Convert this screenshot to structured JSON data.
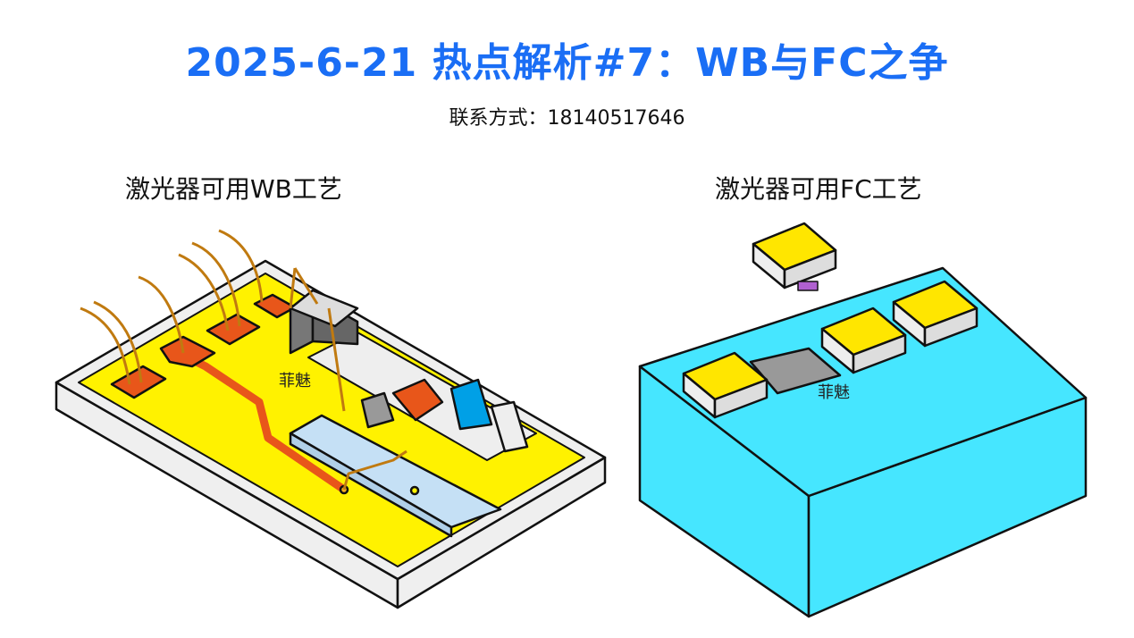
{
  "title": "2025-6-21  热点解析#7：WB与FC之争",
  "contact": "联系方式：18140517646",
  "panels": [
    {
      "caption": "激光器可用WB工艺",
      "watermark": "菲魅"
    },
    {
      "caption": "激光器可用FC工艺",
      "watermark": "菲魅"
    }
  ],
  "colors": {
    "title": "#1a6ef5",
    "gold": "#fff200",
    "pad": "#e8561a",
    "wire": "#c07a10",
    "cyan": "#46e6ff",
    "blue": "#00a0e6"
  }
}
